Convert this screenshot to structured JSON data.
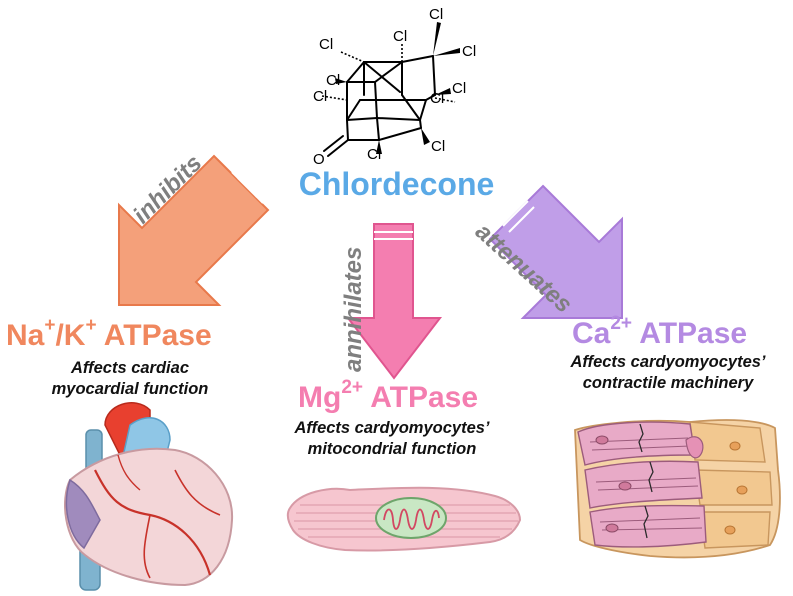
{
  "molecule": {
    "name": "Chlordecone",
    "atoms": [
      "Cl",
      "Cl",
      "Cl",
      "Cl",
      "Cl",
      "Cl",
      "Cl",
      "Cl",
      "Cl",
      "Cl",
      "O"
    ]
  },
  "branches": [
    {
      "verb": "inhibits",
      "enzyme_ion": "Na",
      "enzyme_ion_charge": "+",
      "enzyme_sep": "/K",
      "enzyme_ion2_charge": "+",
      "enzyme_suffix": " ATPase",
      "effect_line1": "Affects cardiac",
      "effect_line2": "myocardial function",
      "color": "#f0875e",
      "illustration": "heart-illustration"
    },
    {
      "verb": "annihilates",
      "enzyme_ion": "Mg",
      "enzyme_ion_charge": "2+",
      "enzyme_suffix": " ATPase",
      "effect_line1": "Affects cardyomyocytes’",
      "effect_line2": "mitocondrial function",
      "color": "#f47eb0",
      "illustration": "cardiomyocyte-mitochondrion-illustration"
    },
    {
      "verb": "attenuates",
      "enzyme_ion": "Ca",
      "enzyme_ion_charge": "2+",
      "enzyme_suffix": " ATPase",
      "effect_line1": "Affects cardyomyocytes’",
      "effect_line2": "contractile machinery",
      "color": "#b48ae2",
      "illustration": "cardiac-muscle-tissue-illustration"
    }
  ]
}
